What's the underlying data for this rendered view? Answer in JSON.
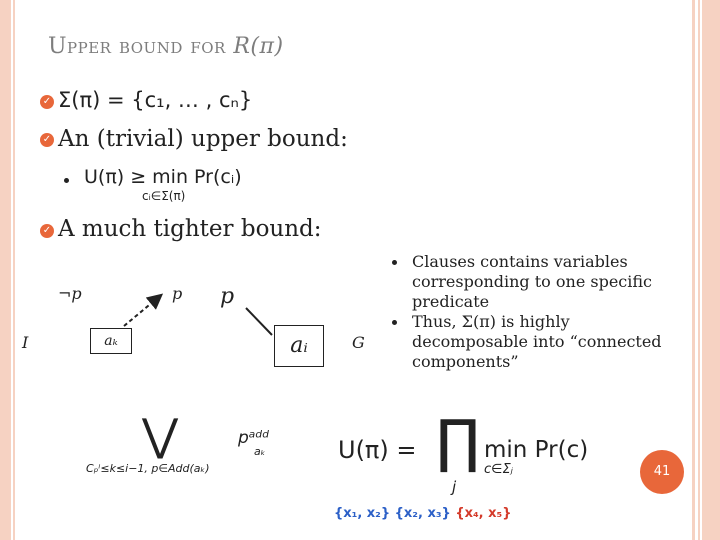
{
  "slide": {
    "title_text": "Upper bound for ",
    "title_math": "R(π)",
    "bullets": {
      "b1": "Σ(π) = {c₁, … , cₙ}",
      "b2": "An (trivial) upper bound:",
      "b2_sub": "U(π) ≥ min Pr(cᵢ)",
      "b2_sub_index": "cᵢ∈Σ(π)",
      "b3": "A much tighter bound:"
    },
    "right_points": [
      "Clauses contains variables corresponding to one specific predicate",
      "Thus, Σ(π) is highly decomposable into “connected components”"
    ],
    "diagram": {
      "neg_p": "¬p",
      "p_small": "p",
      "p_large": "p",
      "I": "I",
      "G": "G",
      "a_k": "aₖ",
      "a_i": "aᵢ",
      "big_or": "⋁",
      "or_index": "Cₚⁱ≤k≤i−1, p∈Add(aₖ)",
      "p_add": "pᵃᵈᵈ",
      "p_add_sub": "aₖ"
    },
    "formula": {
      "lhs": "U(π) =",
      "prod": "∏",
      "prod_index": "j",
      "min": "min Pr(c)",
      "min_index": "c∈Σⱼ"
    },
    "sets": {
      "s1": "{x₁, x₂}",
      "s2": "{x₂, x₃}",
      "s3": "{x₄, x₅}"
    },
    "page_number": "41",
    "colors": {
      "accent": "#e8673a",
      "stripe": "#f6d2c2",
      "blue": "#2b5fc7",
      "red": "#d43a2a"
    }
  }
}
